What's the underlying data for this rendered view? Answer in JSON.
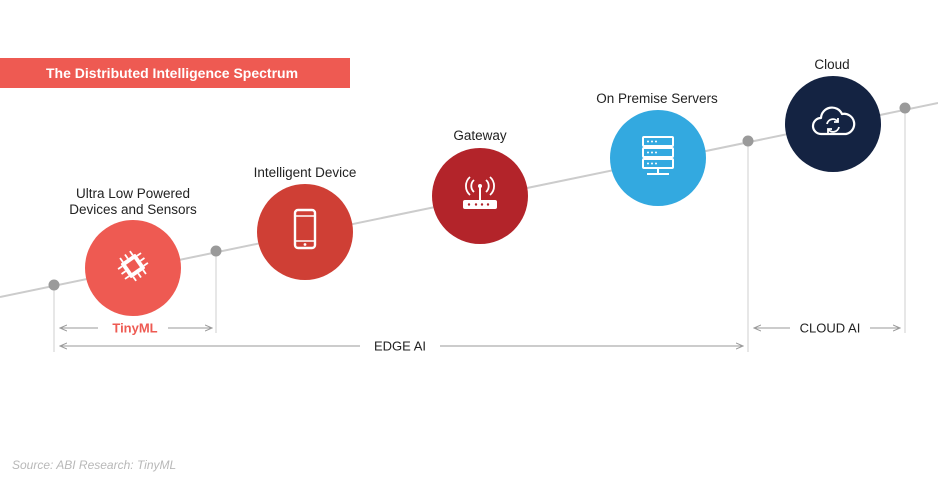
{
  "title": "The Distributed Intelligence Spectrum",
  "nodes": [
    {
      "label": "Ultra Low Powered\nDevices and Sensors",
      "icon": "chip-icon",
      "color": "#ee5a52"
    },
    {
      "label": "Intelligent Device",
      "icon": "smartphone-icon",
      "color": "#cf3f35"
    },
    {
      "label": "Gateway",
      "icon": "router-icon",
      "color": "#b3242a"
    },
    {
      "label": "On Premise Servers",
      "icon": "server-icon",
      "color": "#33a9e0"
    },
    {
      "label": "Cloud",
      "icon": "cloud-sync-icon",
      "color": "#142342"
    }
  ],
  "ranges": {
    "tinyml": "TinyML",
    "edge": "EDGE AI",
    "cloud": "CLOUD AI"
  },
  "source": "Source: ABI Research: TinyML"
}
